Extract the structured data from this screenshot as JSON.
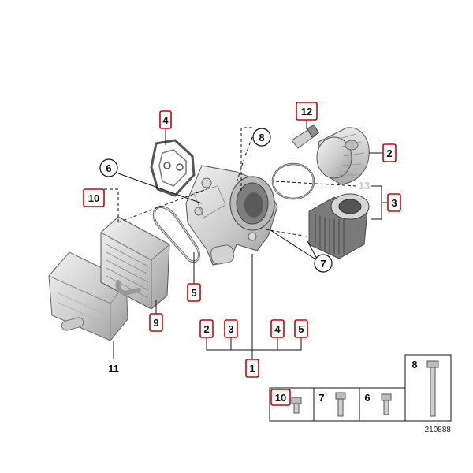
{
  "callouts": {
    "c1": "1",
    "c2_cap": "2",
    "c2_group": "2",
    "c3_filter": "3",
    "c3_group": "3",
    "c4_gasket": "4",
    "c4_group": "4",
    "c5_seal": "5",
    "c5_group": "5",
    "c6": "6",
    "c7": "7",
    "c8": "8",
    "c9": "9",
    "c10": "10",
    "c11": "11",
    "c12": "12",
    "c13": "13"
  },
  "fastener_table": {
    "col_10": "10",
    "col_7": "7",
    "col_6": "6",
    "col_8": "8"
  },
  "diagram_number": "210888",
  "colors": {
    "callout_box_border": "#d40000",
    "part_fill": "#dcdcdc",
    "part_dark": "#9a9a9a"
  }
}
